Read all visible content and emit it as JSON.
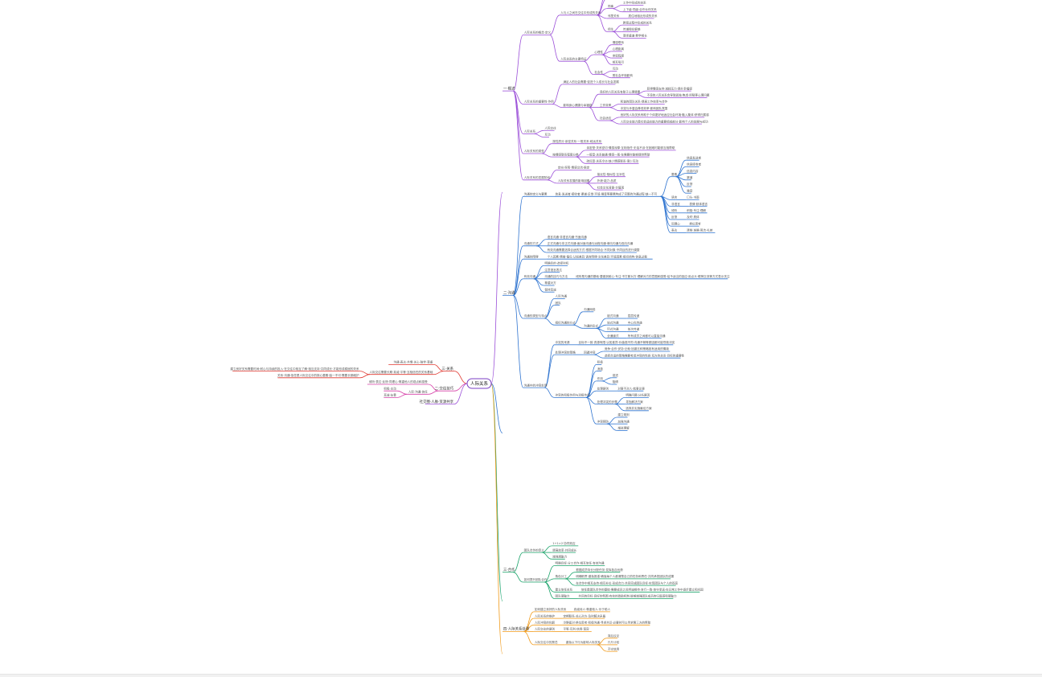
{
  "mindmap": {
    "root": "人际关系",
    "colors": {
      "purple": "#9b4fd8",
      "blue": "#2f74d0",
      "green": "#1aa36a",
      "orange": "#f09a1a",
      "red": "#e0372f",
      "pink": "#d640a8"
    },
    "left_branches": [
      {
        "label": "三·关系",
        "color": "red",
        "children": [
          {
            "label": "沟通·表达·共情·关心·陪伴·尊重"
          },
          {
            "label": "人际交往需要长期·真诚·平等·互相信任的关系基础",
            "children": [
              {
                "label": "建立良好关系需要时间·耐心与持续的投入·在交往中相互了解·相互支持·共同成长·才能形成稳固的关系"
              },
              {
                "label": "关系·沟通·信任是人际交往中的核心要素·缺一不可·需要长期维护"
              }
            ]
          }
        ]
      },
      {
        "label": "二·交往技巧",
        "color": "pink",
        "children": [
          {
            "label": "倾听·表达·反馈·同理心·尊重他人的观点和感受"
          },
          {
            "label": "人际·沟通·信任",
            "children": [
              {
                "label": "积极·主动"
              },
              {
                "label": "真诚·友善"
              }
            ]
          }
        ]
      },
      {
        "label": "社交圈·人脉·资源共享",
        "color": "purple"
      }
    ],
    "right_branches": [
      {
        "label": "一·概述",
        "color": "purple",
        "children": [
          {
            "label": "人际关系的概念·定义",
            "children": [
              {
                "label": "人与人之间在交往中形成的关系",
                "children": [
                  {
                    "label": "亲属关系",
                    "children": [
                      {
                        "label": "血缘·婚姻·收养等形成的关系"
                      }
                    ]
                  },
                  {
                    "label": "朋友",
                    "children": [
                      {
                        "label": "志同道合·互相帮助"
                      }
                    ]
                  },
                  {
                    "label": "同事",
                    "children": [
                      {
                        "label": "工作中形成的关系"
                      },
                      {
                        "label": "上下级·同级·合作伙伴关系"
                      }
                    ]
                  },
                  {
                    "label": "邻里关系",
                    "children": [
                      {
                        "label": "居住地相近形成的关系"
                      }
                    ]
                  },
                  {
                    "label": "师生",
                    "children": [
                      {
                        "label": "教育过程中形成的关系"
                      },
                      {
                        "label": "传道授业解惑"
                      },
                      {
                        "label": "尊师重道·教学相长"
                      }
                    ]
                  }
                ]
              },
              {
                "label": "人际关系的主要特征",
                "children": [
                  {
                    "label": "心理性",
                    "children": [
                      {
                        "label": "情感联系"
                      },
                      {
                        "label": "心理距离"
                      },
                      {
                        "label": "亲密程度"
                      },
                      {
                        "label": "相互吸引"
                      }
                    ]
                  },
                  {
                    "label": "社会性",
                    "children": [
                      {
                        "label": "互动"
                      },
                      {
                        "label": "受社会环境影响"
                      }
                    ]
                  }
                ]
              }
            ]
          },
          {
            "label": "人际关系的重要性·作用",
            "children": [
              {
                "label": "满足人的社会需要·促进个人成长与社会发展"
              },
              {
                "label": "影响身心健康与幸福感",
                "children": [
                  {
                    "label": "良好的人际关系有助于心理健康",
                    "children": [
                      {
                        "label": "获得情感支持·减轻压力·提升幸福感"
                      },
                      {
                        "label": "不良的人际关系会导致孤独·焦虑·抑郁等心理问题"
                      }
                    ]
                  },
                  {
                    "label": "工作效率",
                    "children": [
                      {
                        "label": "和谐的团队关系·提高工作效率与合作"
                      },
                      {
                        "label": "冲突与矛盾会降低效率·影响团队氛围"
                      }
                    ]
                  },
                  {
                    "label": "社会适应",
                    "children": [
                      {
                        "label": "良好的人际关系有助于个体更好地适应社会环境·融入集体·获得归属感"
                      },
                      {
                        "label": "人际交往能力是社会适应能力的重要组成部分·影响个人的发展与成功"
                      }
                    ]
                  }
                ]
              }
            ]
          },
          {
            "label": "人际关系",
            "children": [
              {
                "label": "人际交往"
              },
              {
                "label": "互动"
              }
            ]
          },
          {
            "label": "人际关系的类型",
            "children": [
              {
                "label": "按性质分·亲密关系·一般关系·疏远关系"
              },
              {
                "label": "按情感联系程度分类",
                "children": [
                  {
                    "label": "亲密型·关系密切·情感深厚·互相信任·无话不谈·在困难时能够互相帮助"
                  },
                  {
                    "label": "一般型·关系普通·情感一般·在需要时能够提供帮助"
                  },
                  {
                    "label": "疏远型·关系冷淡·缺少情感联系·很少互动"
                  }
                ]
              }
            ]
          },
          {
            "label": "人际关系的发展阶段",
            "children": [
              {
                "label": "定向·探索·情感交流·稳定"
              },
              {
                "label": "人际关系发展的影响因素",
                "children": [
                  {
                    "label": "接近性·相似性·互补性"
                  },
                  {
                    "label": "外貌·能力·品质"
                  },
                  {
                    "label": "社会文化背景·价值观"
                  }
                ]
              }
            ]
          }
        ]
      },
      {
        "label": "二·沟通",
        "color": "blue",
        "children": [
          {
            "label": "沟通的定义与要素",
            "children": [
              {
                "label": "信息·发送者·接收者·渠道·反馈·环境·噪音等要素构成了完整的沟通过程·缺一不可",
                "children": [
                  {
                    "label": "要素",
                    "children": [
                      {
                        "label": "信息发送者"
                      },
                      {
                        "label": "信息接收者"
                      },
                      {
                        "label": "信息内容"
                      },
                      {
                        "label": "渠道"
                      },
                      {
                        "label": "反馈"
                      },
                      {
                        "label": "噪音"
                      }
                    ]
                  },
                  {
                    "label": "语言",
                    "children": [
                      {
                        "label": "口头·书面"
                      }
                    ]
                  },
                  {
                    "label": "非语言",
                    "children": [
                      {
                        "label": "表情·肢体语言"
                      }
                    ]
                  },
                  {
                    "label": "倾听",
                    "children": [
                      {
                        "label": "积极·专注·理解"
                      }
                    ]
                  },
                  {
                    "label": "反馈",
                    "children": [
                      {
                        "label": "及时·具体"
                      }
                    ]
                  },
                  {
                    "label": "同理心",
                    "children": [
                      {
                        "label": "换位思考"
                      }
                    ]
                  },
                  {
                    "label": "表达",
                    "children": [
                      {
                        "label": "清晰·准确·简洁·礼貌"
                      }
                    ]
                  }
                ]
              }
            ]
          },
          {
            "label": "沟通的方式",
            "children": [
              {
                "label": "语言沟通·非语言沟通·书面沟通"
              },
              {
                "label": "正式沟通与非正式沟通·面对面沟通与远程沟通·单向沟通与双向沟通"
              },
              {
                "label": "有效沟通需要选择合适的方式·根据不同场合·不同对象·不同目的进行调整"
              }
            ]
          },
          {
            "label": "沟通的障碍",
            "children": [
              {
                "label": "个人因素·情绪·偏见·认知差异·语言障碍·文化差异·环境因素·组织结构·信息过载"
              }
            ]
          },
          {
            "label": "有效沟通",
            "children": [
              {
                "label": "明确目的·选择时机"
              },
              {
                "label": "注意语言表达"
              },
              {
                "label": "沟通的技巧与方法",
                "children": [
                  {
                    "label": "倾听是沟通的基础·要做到耐心·专注·不打断对方·理解对方的意图和感受·给予适当的回应·用点头·眼神交流等方式表示关注"
                  }
                ]
              },
              {
                "label": "尊重对方"
              },
              {
                "label": "保持真诚"
              }
            ]
          },
          {
            "label": "沟通的类型与特点",
            "children": [
              {
                "label": "人际沟通"
              },
              {
                "label": "团队"
              },
              {
                "label": "组织沟通的方式",
                "children": [
                  {
                    "label": "沟通网络"
                  },
                  {
                    "label": "沟通的形式",
                    "children": [
                      {
                        "label": "链式沟通",
                        "children": [
                          {
                            "label": "层层传递"
                          }
                        ]
                      },
                      {
                        "label": "轮式沟通",
                        "children": [
                          {
                            "label": "中心化传递"
                          }
                        ]
                      },
                      {
                        "label": "环式沟通",
                        "children": [
                          {
                            "label": "依次传递"
                          }
                        ]
                      },
                      {
                        "label": "全通道式",
                        "children": [
                          {
                            "label": "所有成员之间都可以直接沟通"
                          }
                        ]
                      }
                    ]
                  }
                ]
              }
            ]
          },
          {
            "label": "沟通中的冲突处理",
            "children": [
              {
                "label": "冲突的来源",
                "children": [
                  {
                    "label": "目标不一致·资源有限·认知差异·价值观不同·沟通不畅等原因都可能导致冲突"
                  }
                ]
              },
              {
                "label": "处理冲突的策略",
                "children": [
                  {
                    "label": "回避冲突",
                    "children": [
                      {
                        "label": "竞争·合作·妥协·迁就·回避五种策略各有适用的情境"
                      },
                      {
                        "label": "选择合适的策略需要考虑冲突的性质·双方的关系·目标的重要性"
                      }
                    ]
                  }
                ]
              },
              {
                "label": "冲突的积极作用与消极作用",
                "children": [
                  {
                    "label": "积极"
                  },
                  {
                    "label": "消极"
                  },
                  {
                    "label": "作用",
                    "children": [
                      {
                        "label": "促进"
                      },
                      {
                        "label": "阻碍"
                      }
                    ]
                  },
                  {
                    "label": "处理原则",
                    "children": [
                      {
                        "label": "对事不对人·就事论事"
                      }
                    ]
                  },
                  {
                    "label": "处理冲突的步骤",
                    "children": [
                      {
                        "label": "明确问题·分析原因"
                      },
                      {
                        "label": "寻找解决方案"
                      },
                      {
                        "label": "选择并实施最佳方案"
                      }
                    ]
                  },
                  {
                    "label": "冲突预防",
                    "children": [
                      {
                        "label": "建立规则"
                      },
                      {
                        "label": "加强沟通"
                      },
                      {
                        "label": "增进理解"
                      }
                    ]
                  }
                ]
              }
            ]
          }
        ]
      },
      {
        "label": "三·合作",
        "color": "green",
        "children": [
          {
            "label": "团队合作的意义",
            "children": [
              {
                "label": "1+1>2·协同效应"
              },
              {
                "label": "提高效率·共同成长"
              },
              {
                "label": "增强凝聚力"
              }
            ]
          },
          {
            "label": "如何提升团队合作",
            "children": [
              {
                "label": "明确目标·分工合作·相互信任·有效沟通"
              },
              {
                "label": "角色分工",
                "children": [
                  {
                    "label": "根据成员特长分配任务·发挥各自优势"
                  },
                  {
                    "label": "明确职责·避免推诿·确保每个人都清楚自己的任务和责任·共同承担团队的成果"
                  },
                  {
                    "label": "在合作中相互支持·相互补位·形成合力·共同完成团队目标·实现团队与个人的双赢"
                  }
                ]
              },
              {
                "label": "建立信任关系",
                "children": [
                  {
                    "label": "信任是团队合作的基础·需要成员之间坦诚相待·言行一致·信守承诺·在日常工作中逐步建立和巩固"
                  }
                ]
              },
              {
                "label": "团队凝聚力",
                "children": [
                  {
                    "label": "共同的目标·良好的氛围·有效的激励机制·能够增强团队成员的归属感和凝聚力"
                  }
                ]
              }
            ]
          }
        ]
      },
      {
        "label": "四·人际关系处理",
        "color": "orange",
        "children": [
          {
            "label": "如何建立良好的人际关系",
            "children": [
              {
                "label": "真诚待人·尊重他人·乐于助人"
              }
            ]
          },
          {
            "label": "人际关系的维护",
            "children": [
              {
                "label": "定期联系·关心对方·及时解决矛盾"
              }
            ]
          },
          {
            "label": "人际冲突的化解",
            "children": [
              {
                "label": "冷静面对·换位思考·积极沟通·寻求共识·必要时可以寻求第三方的帮助"
              }
            ]
          },
          {
            "label": "人际交往的原则",
            "children": [
              {
                "label": "平等·互利·信用·宽容"
              }
            ]
          },
          {
            "label": "人际交往中的禁忌",
            "children": [
              {
                "label": "避免以下行为影响人际关系",
                "children": [
                  {
                    "label": "背后议论"
                  },
                  {
                    "label": "斤斤计较"
                  },
                  {
                    "label": "不守信用"
                  }
                ]
              }
            ]
          }
        ]
      }
    ]
  }
}
